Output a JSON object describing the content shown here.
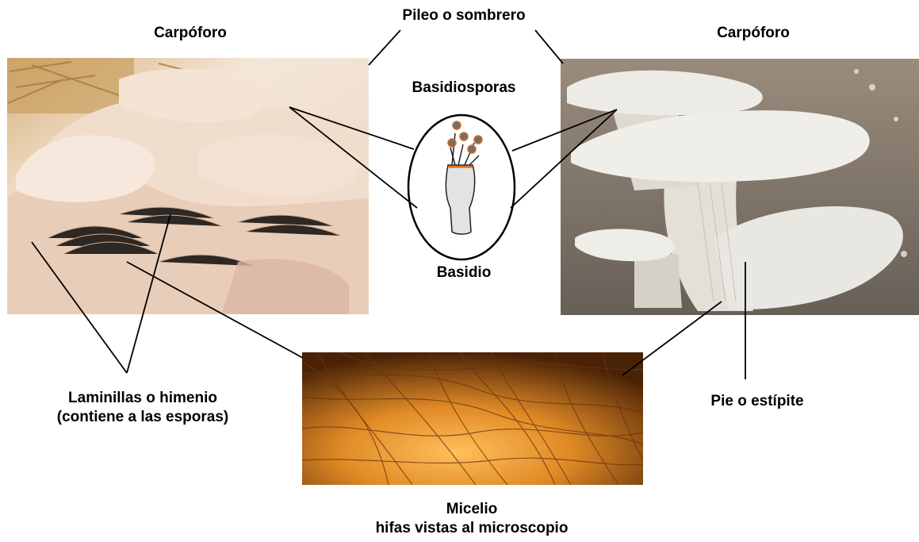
{
  "labels": {
    "carpoforo_left": "Carpóforo",
    "pileo": "Pileo o sombrero",
    "carpoforo_right": "Carpóforo",
    "basidiosporas": "Basidiosporas",
    "basidio": "Basidio",
    "laminillas_line1": "Laminillas o  himenio",
    "laminillas_line2": "(contiene a las esporas)",
    "pie": "Pie o estípite",
    "micelio_line1": "Micelio",
    "micelio_line2": "hifas vistas al microscopio"
  },
  "colors": {
    "line": "#000000",
    "oyster_cap": "#efd9c6",
    "oyster_shadow": "#c9a58b",
    "white_cap": "#e9e6df",
    "white_bg": "#5b514a",
    "mycelium_glow": "#f0a23c",
    "mycelium_dark": "#4a2206",
    "spore": "#e06a1f"
  }
}
